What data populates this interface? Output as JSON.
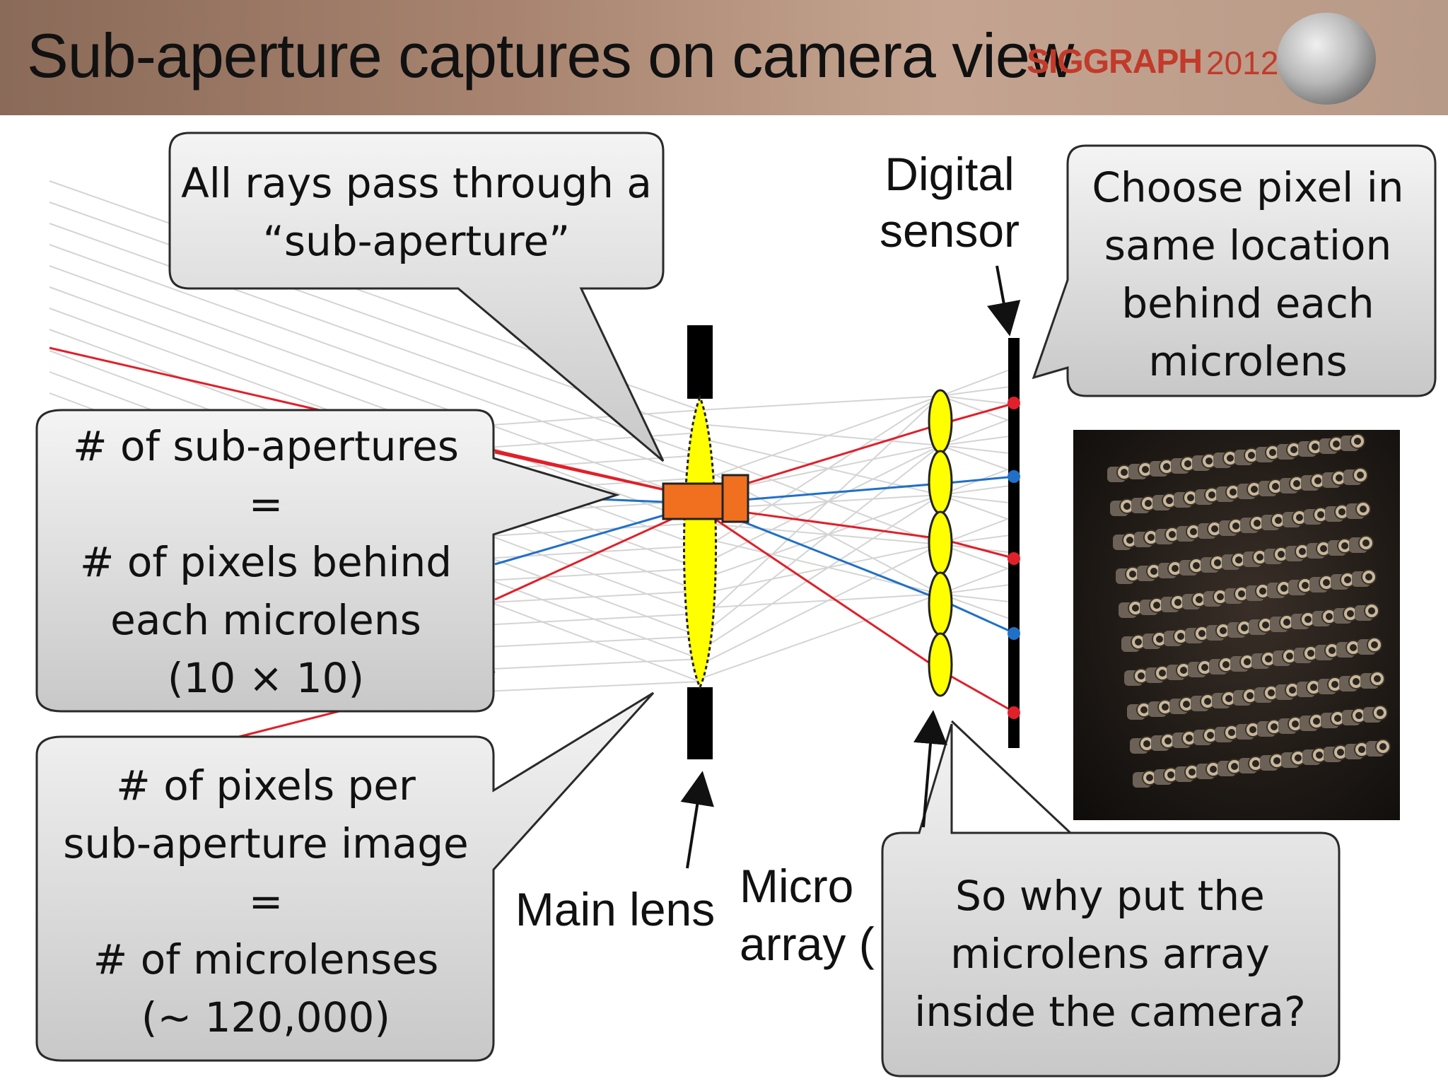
{
  "slide": {
    "title": "Sub-aperture captures on camera view",
    "logo": {
      "wordmark": "SIGGRAPH",
      "year": "2012"
    }
  },
  "labels": {
    "digital_sensor": [
      "Digital",
      "sensor"
    ],
    "main_lens": "Main lens",
    "microlens_array": [
      "Micro",
      "array ("
    ]
  },
  "callouts": {
    "sub_aperture": [
      "All rays pass through a",
      "“sub-aperture”"
    ],
    "choose_pixel": [
      "Choose pixel in",
      "same location",
      "behind each",
      "microlens"
    ],
    "num_sub_apertures": [
      "# of sub-apertures",
      "=",
      "# of pixels behind",
      "each microlens",
      "(10 × 10)"
    ],
    "num_pixels": [
      "# of pixels per",
      "sub-aperture image",
      "=",
      "# of microlenses",
      "(~ 120,000)"
    ],
    "why": [
      "So why put the",
      "microlens array",
      "inside the camera?"
    ]
  },
  "colors": {
    "banner": "#a88470",
    "title_text": "#111111",
    "logo": "#c23a2a",
    "ray_gray": "#d4d4d4",
    "ray_red": "#e0202a",
    "ray_blue": "#2070c8",
    "lens_fill": "#ffff00",
    "sub_aperture_box": "#f07020",
    "bubble_fill": "#d9d9d9",
    "sensor": "#000000"
  },
  "photo": {
    "description_icon": "camera-array-photo"
  }
}
